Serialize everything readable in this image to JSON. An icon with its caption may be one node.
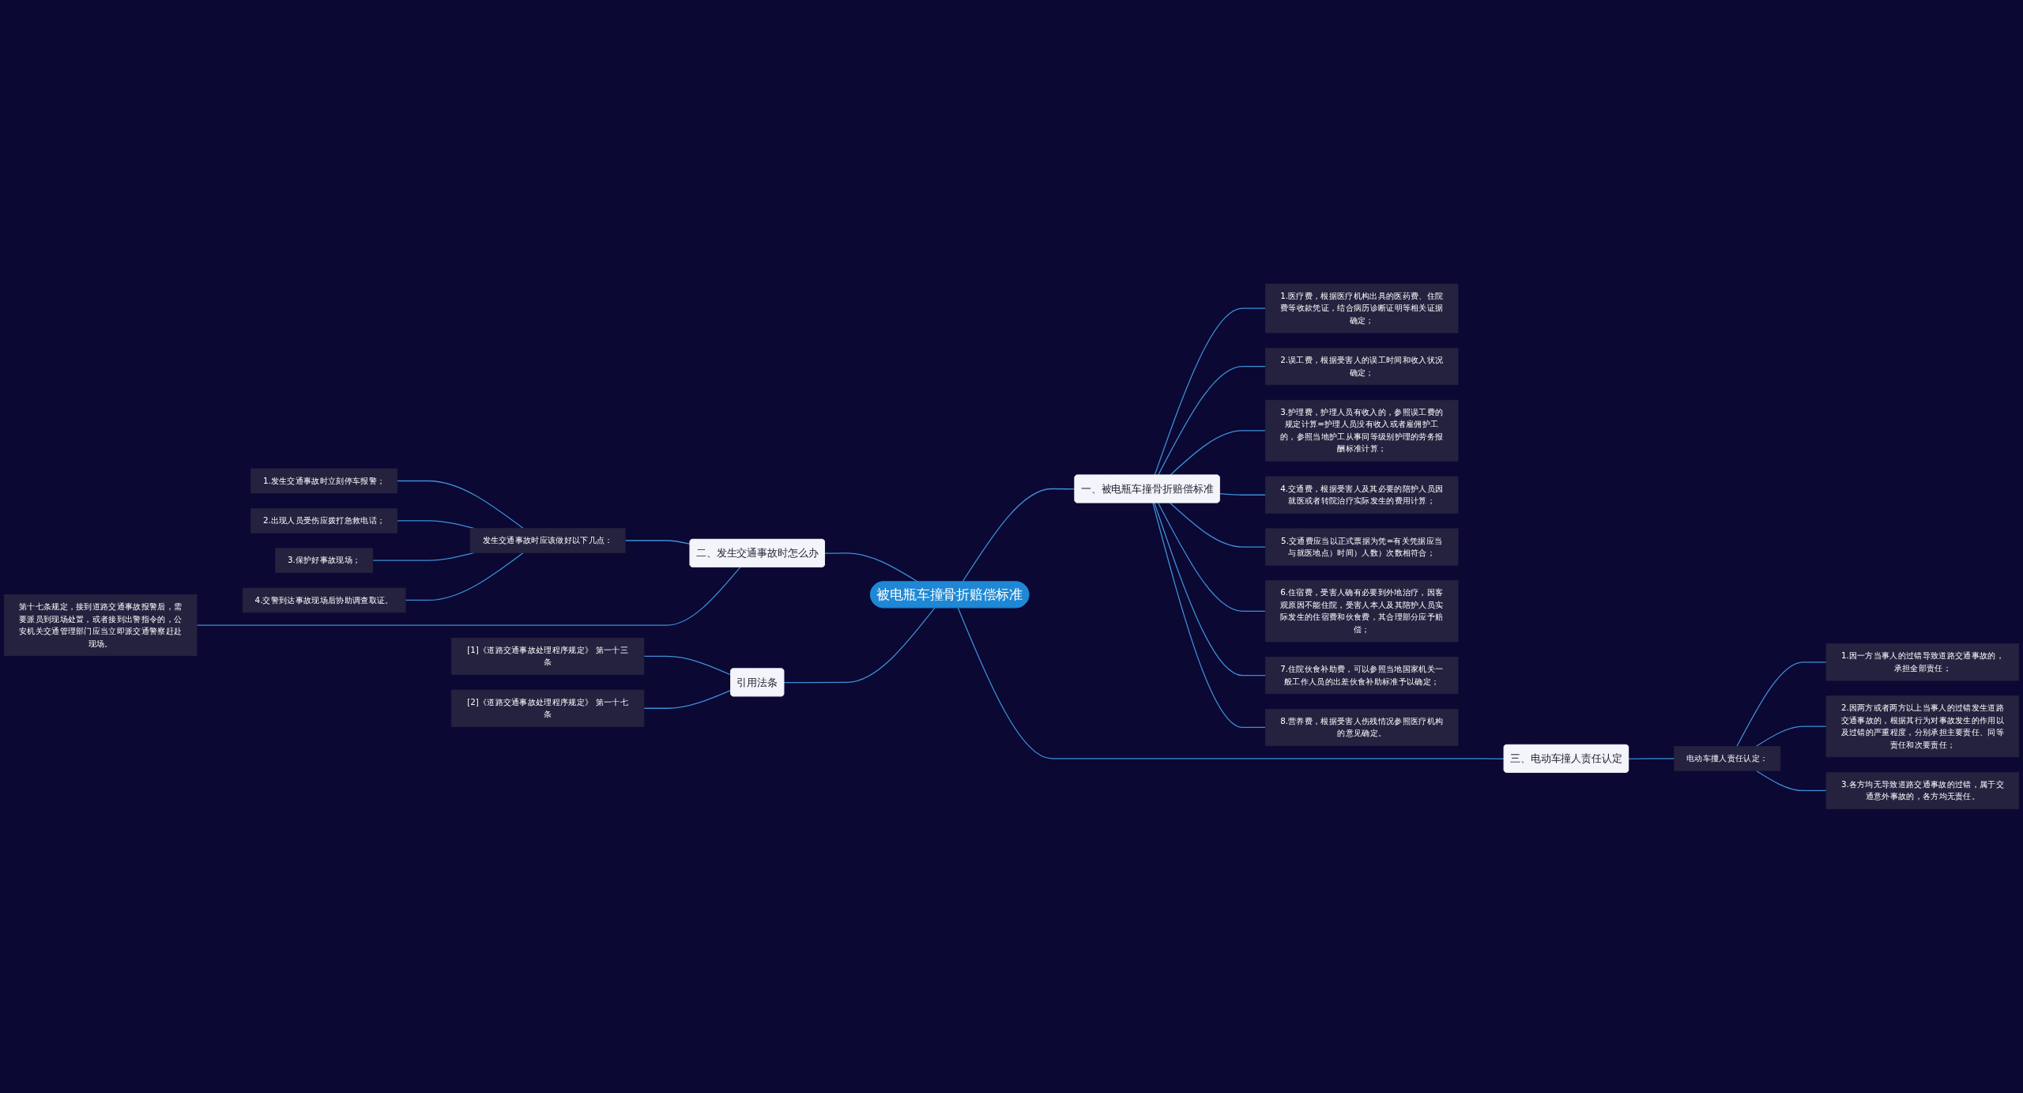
{
  "diagram": {
    "nodes": [
      {
        "text": [
          "被电瓶车撞骨折赔偿标准"
        ]
      },
      {
        "text": [
          "一、被电瓶车撞骨折赔偿标准"
        ]
      },
      {
        "text": [
          "1.医疗费，根据医疗机构出具的医药费、住院费等收款凭证，结合病历诊断证明等相关证据确定；"
        ]
      },
      {
        "text": [
          "2.误工费，根据受害人的误工时间和收入状况确定；"
        ]
      },
      {
        "text": [
          "3.护理费，护理人员有收入的，参照误工费的规定计算=护理人员没有收入或者雇佣护工的，参照当地护工从事同等级别护理的劳务报酬标准计算；"
        ]
      },
      {
        "text": [
          "4.交通费，根据受害人及其必要的陪护人员因就医或者转院治疗实际发生的费用计算；"
        ]
      },
      {
        "text": [
          "5.交通费应当以正式票据为凭=有关凭据应当与就医地点）时间）人数）次数相符合；"
        ]
      },
      {
        "text": [
          "6.住宿费，受害人确有必要到外地治疗，因客观原因不能住院，受害人本人及其陪护人员实际发生的住宿费和伙食费，其合理部分应予赔偿；"
        ]
      },
      {
        "text": [
          "7.住院伙食补助费，可以参照当地国家机关一般工作人员的出差伙食补助标准予以确定；"
        ]
      },
      {
        "text": [
          "8.营养费，根据受害人伤残情况参照医疗机构的意见确定。"
        ]
      },
      {
        "text": [
          "二、发生交通事故时怎么办"
        ]
      },
      {
        "text": [
          "发生交通事故时应该做好以下几点："
        ]
      },
      {
        "text": [
          "1.发生交通事故时立刻停车报警；"
        ]
      },
      {
        "text": [
          "2.出现人员受伤应拨打急救电话；"
        ]
      },
      {
        "text": [
          "3.保护好事故现场；"
        ]
      },
      {
        "text": [
          "4.交警到达事故现场后协助调查取证。"
        ]
      },
      {
        "text": [
          "第十七条规定，接到道路交通事故报警后，需要派员到现场处置，或者接到出警指令的，公安机关交通管理部门应当立即派交通警察赶赴现场。"
        ]
      },
      {
        "text": [
          "三、电动车撞人责任认定"
        ]
      },
      {
        "text": [
          "电动车撞人责任认定："
        ]
      },
      {
        "text": [
          "1.因一方当事人的过错导致道路交通事故的，承担全部责任；"
        ]
      },
      {
        "text": [
          "2.因两方或者两方以上当事人的过错发生道路交通事故的，根据其行为对事故发生的作用以及过错的严重程度，分别承担主要责任、同等责任和次要责任；"
        ]
      },
      {
        "text": [
          "3.各方均无导致道路交通事故的过错，属于交通意外事故的，各方均无责任。"
        ]
      },
      {
        "text": [
          "引用法条"
        ]
      },
      {
        "text": [
          "[1]《道路交通事故处理程序规定》 第一十三条"
        ]
      },
      {
        "text": [
          "[2]《道路交通事故处理程序规定》 第一十七条"
        ]
      }
    ],
    "edges": [
      {
        "from": 0,
        "to": 1,
        "arrow": "none"
      },
      {
        "from": 1,
        "to": 2,
        "arrow": "none"
      },
      {
        "from": 1,
        "to": 3,
        "arrow": "none"
      },
      {
        "from": 1,
        "to": 4,
        "arrow": "none"
      },
      {
        "from": 1,
        "to": 5,
        "arrow": "none"
      },
      {
        "from": 1,
        "to": 6,
        "arrow": "none"
      },
      {
        "from": 1,
        "to": 7,
        "arrow": "none"
      },
      {
        "from": 1,
        "to": 8,
        "arrow": "none"
      },
      {
        "from": 1,
        "to": 9,
        "arrow": "none"
      },
      {
        "from": 0,
        "to": 10,
        "arrow": "none"
      },
      {
        "from": 10,
        "to": 11,
        "arrow": "none"
      },
      {
        "from": 11,
        "to": 12,
        "arrow": "none"
      },
      {
        "from": 11,
        "to": 13,
        "arrow": "none"
      },
      {
        "from": 11,
        "to": 14,
        "arrow": "none"
      },
      {
        "from": 11,
        "to": 15,
        "arrow": "none"
      },
      {
        "from": 10,
        "to": 16,
        "arrow": "none"
      },
      {
        "from": 0,
        "to": 17,
        "arrow": "none"
      },
      {
        "from": 17,
        "to": 18,
        "arrow": "none"
      },
      {
        "from": 18,
        "to": 19,
        "arrow": "none"
      },
      {
        "from": 18,
        "to": 20,
        "arrow": "none"
      },
      {
        "from": 18,
        "to": 21,
        "arrow": "none"
      },
      {
        "from": 0,
        "to": 22,
        "arrow": "none"
      },
      {
        "from": 22,
        "to": 23,
        "arrow": "none"
      },
      {
        "from": 22,
        "to": 24,
        "arrow": "none"
      }
    ]
  }
}
